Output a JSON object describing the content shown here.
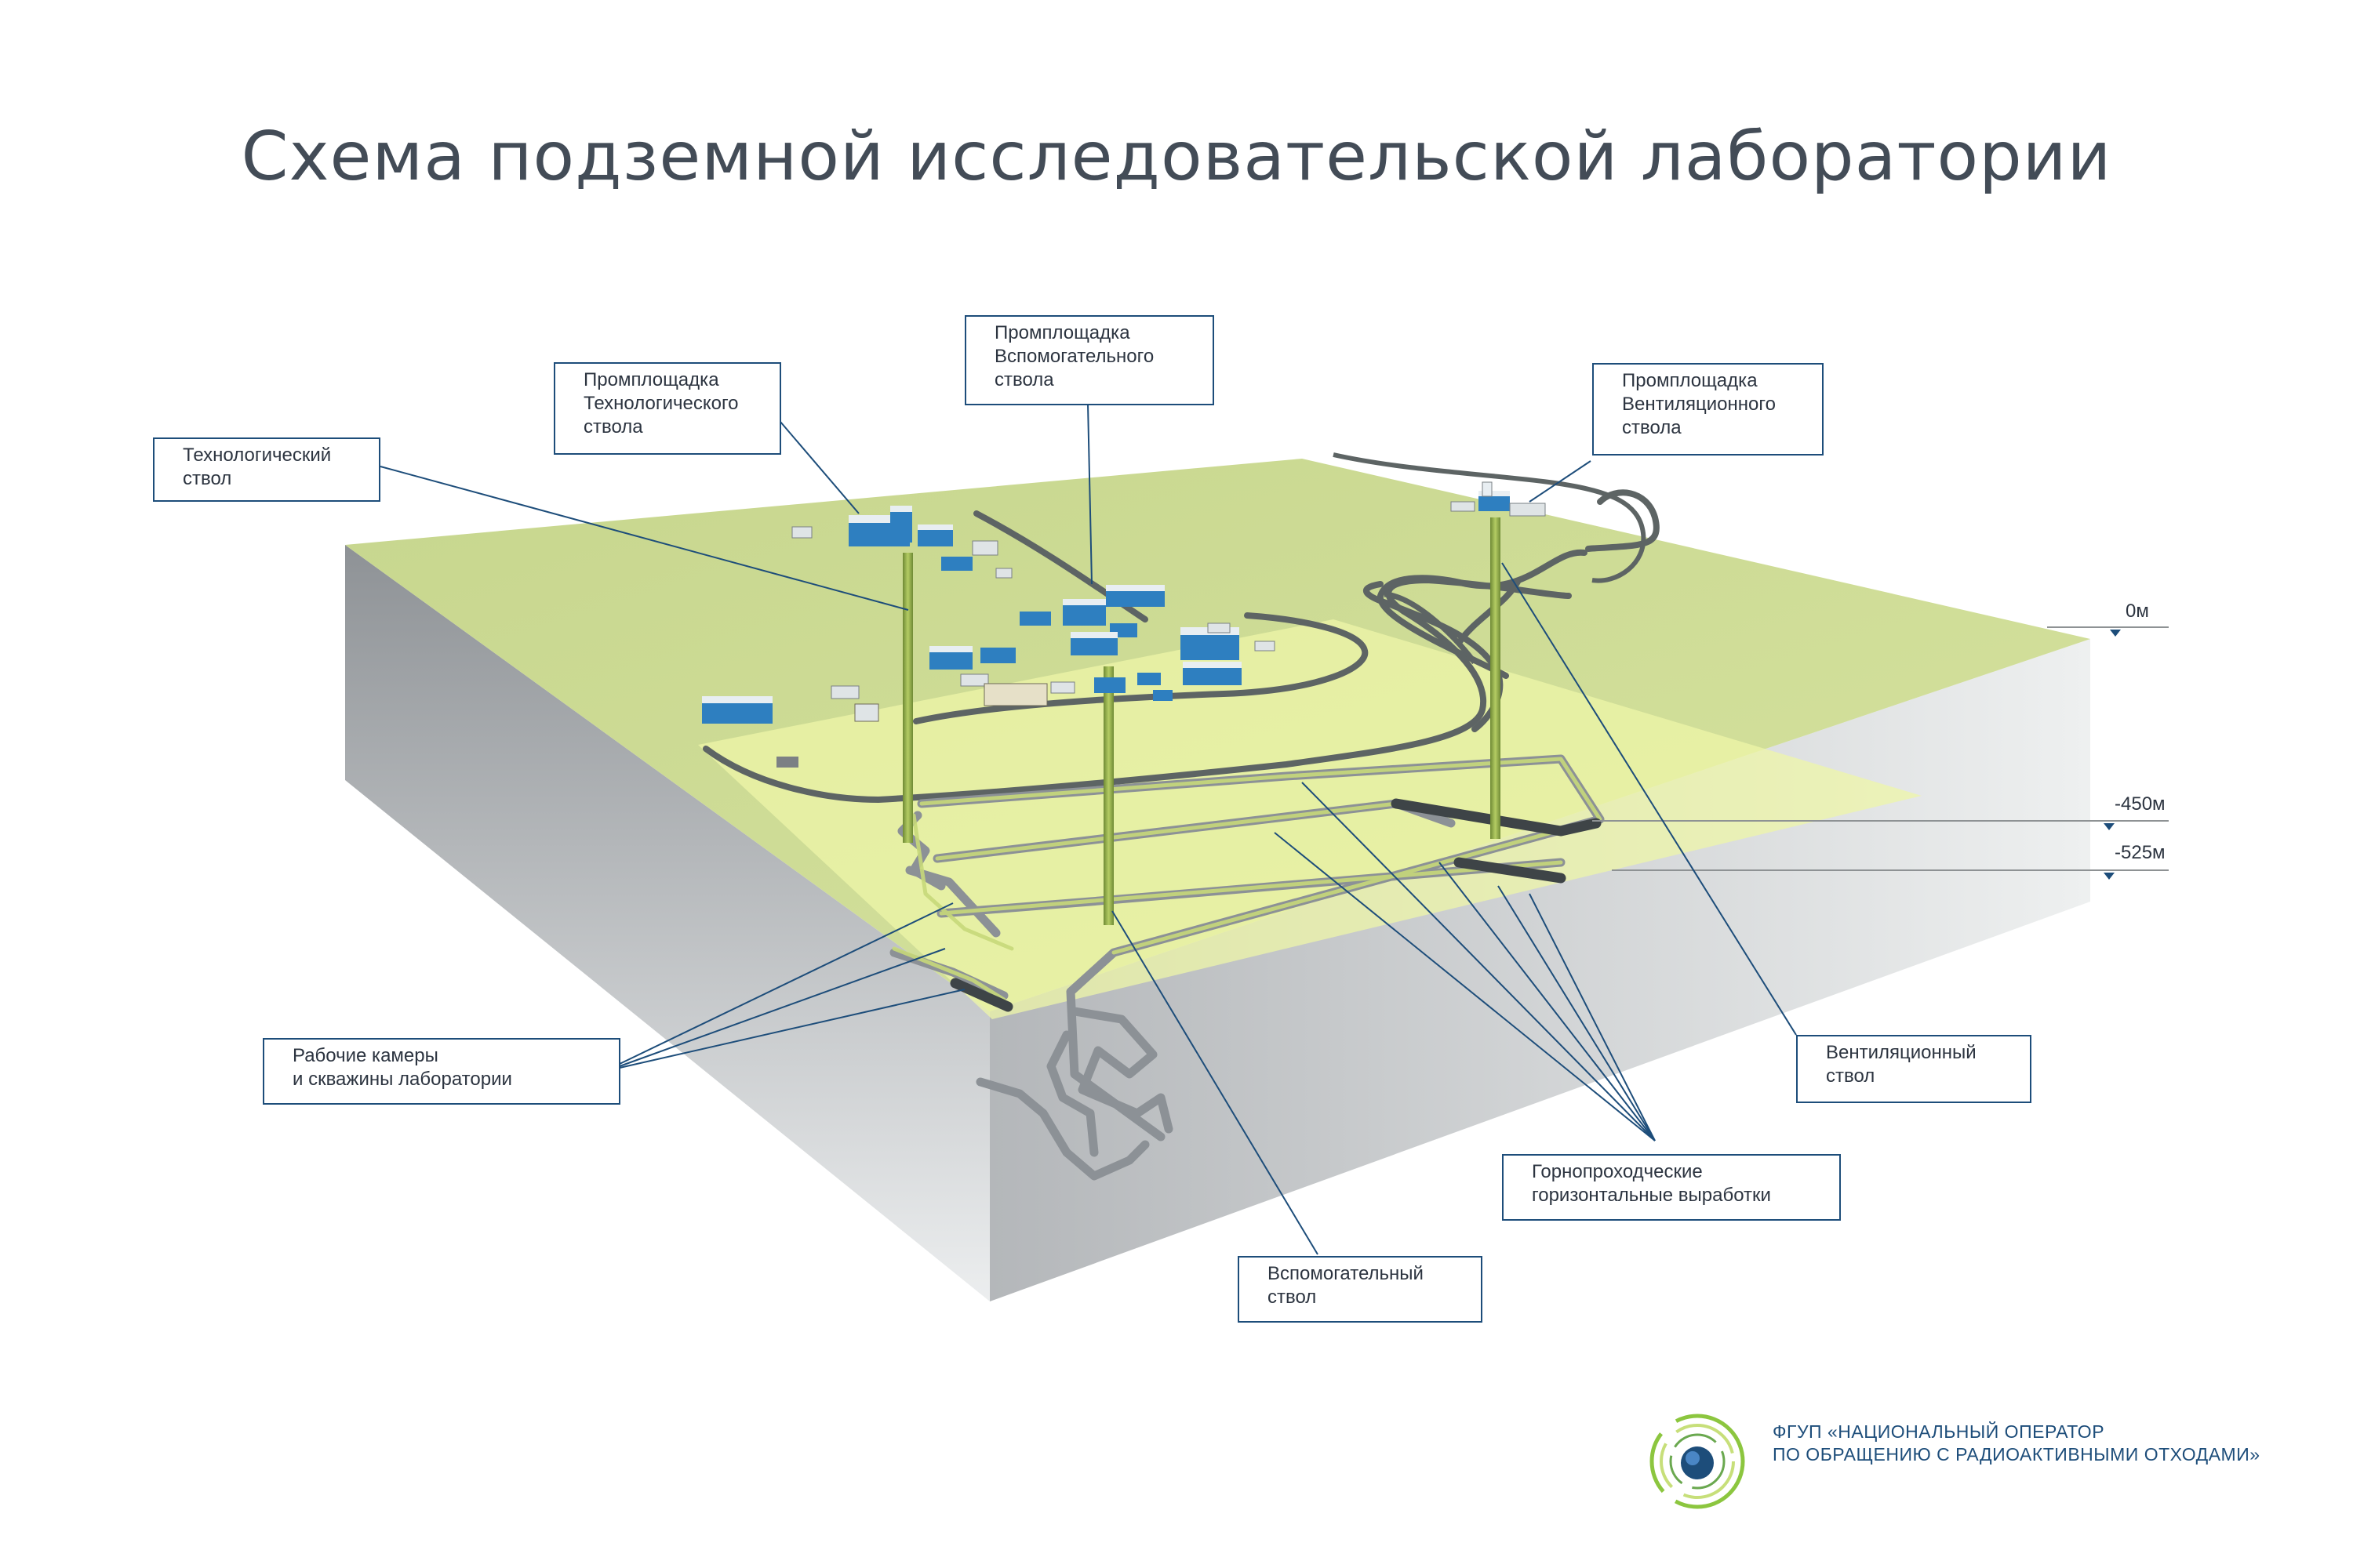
{
  "title": "Схема подземной исследовательской лаборатории",
  "callouts": {
    "tech_shaft": "Технологический\nствол",
    "tech_site": "Промплощадка\nТехнологического\nствола",
    "aux_site": "Промплощадка\nВспомогательного\nствола",
    "vent_site": "Промплощадка\nВентиляционного\nствола",
    "chambers": "Рабочие камеры\nи скважины лаборатории",
    "vent_shaft": "Вентиляционный\nствол",
    "workings": "Горнопроходческие\nгоризонтальные выработки",
    "aux_shaft": "Вспомогательный\nствол"
  },
  "depths": {
    "surface": "0м",
    "level1": "-450м",
    "level2": "-525м"
  },
  "organization": {
    "line1": "ФГУП «НАЦИОНАЛЬНЫЙ ОПЕРАТОР",
    "line2": "ПО ОБРАЩЕНИЮ С РАДИОАКТИВНЫМИ ОТХОДАМИ»"
  },
  "colors": {
    "surface": "#c9d88a",
    "underground_light": "#e6f2a6",
    "block_side": "#b9bcbf",
    "leader": "#1d4d7a",
    "building": "#2e7fc0"
  }
}
